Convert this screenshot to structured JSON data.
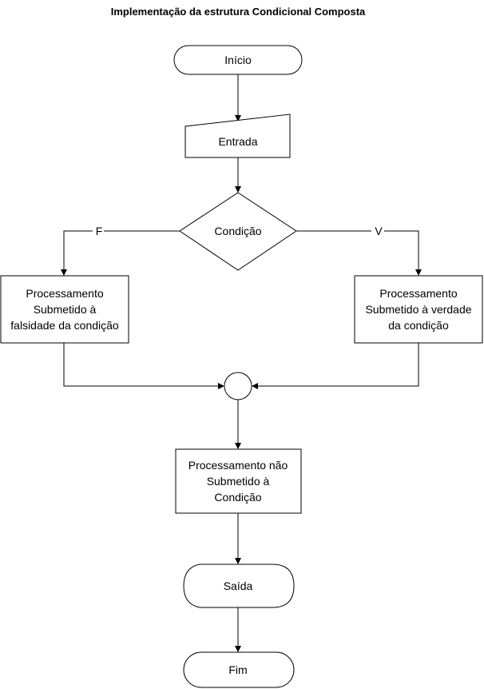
{
  "title": "Implementação da estrutura Condicional Composta",
  "nodes": {
    "inicio": "Início",
    "entrada": "Entrada",
    "condicao": "Condição",
    "processo_falso": [
      "Processamento",
      "Submetido à",
      "falsidade da condição"
    ],
    "processo_verdadeiro": [
      "Processamento",
      "Submetido à verdade",
      "da condição"
    ],
    "processo_comum": [
      "Processamento não",
      "Submetido à",
      "Condição"
    ],
    "saida": "Saída",
    "fim": "Fim"
  },
  "branches": {
    "false_label": "F",
    "true_label": "V"
  }
}
